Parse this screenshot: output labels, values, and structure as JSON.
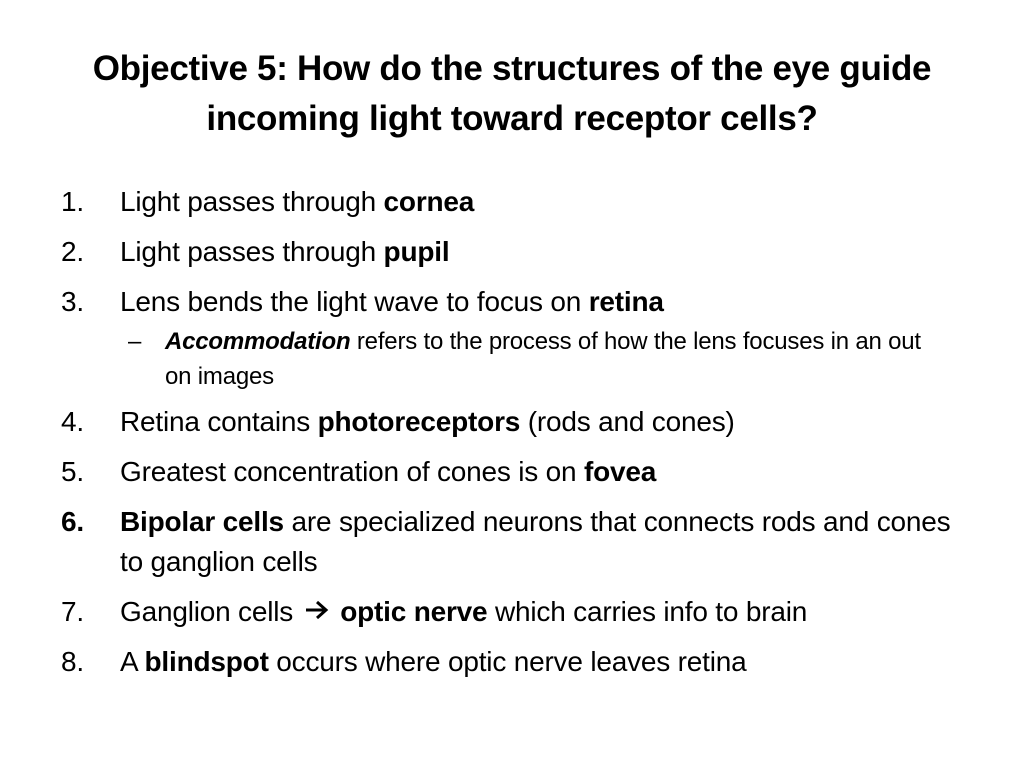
{
  "slide": {
    "title": "Objective 5: How do the structures of the eye guide incoming light toward receptor cells?",
    "items": [
      {
        "num": "1.",
        "pre": "Light passes through ",
        "bold": "cornea"
      },
      {
        "num": "2.",
        "pre": "Light passes through ",
        "bold": "pupil"
      },
      {
        "num": "3.",
        "pre": "Lens bends the light wave to focus on ",
        "bold": "retina"
      },
      {
        "num": "4.",
        "pre": "Retina contains ",
        "bold": "photoreceptors",
        "post": " (rods and cones)"
      },
      {
        "num": "5.",
        "pre": "Greatest concentration of cones is on ",
        "bold": "fovea"
      },
      {
        "num": "6.",
        "bold": "Bipolar cells",
        "post": " are specialized neurons that connects rods and cones to ganglion cells"
      },
      {
        "num": "7.",
        "pre": "Ganglion cells ",
        "bold": "optic nerve",
        "post": " which carries info to brain"
      },
      {
        "num": "8.",
        "pre": "A ",
        "bold": "blindspot",
        "post": " occurs where optic nerve leaves retina"
      }
    ],
    "sub_item": {
      "dash": "–",
      "term": "Accommodation",
      "text": " refers to the process of how the lens focuses in an out on images"
    },
    "icons": {
      "arrow": "right-arrow-icon"
    }
  }
}
